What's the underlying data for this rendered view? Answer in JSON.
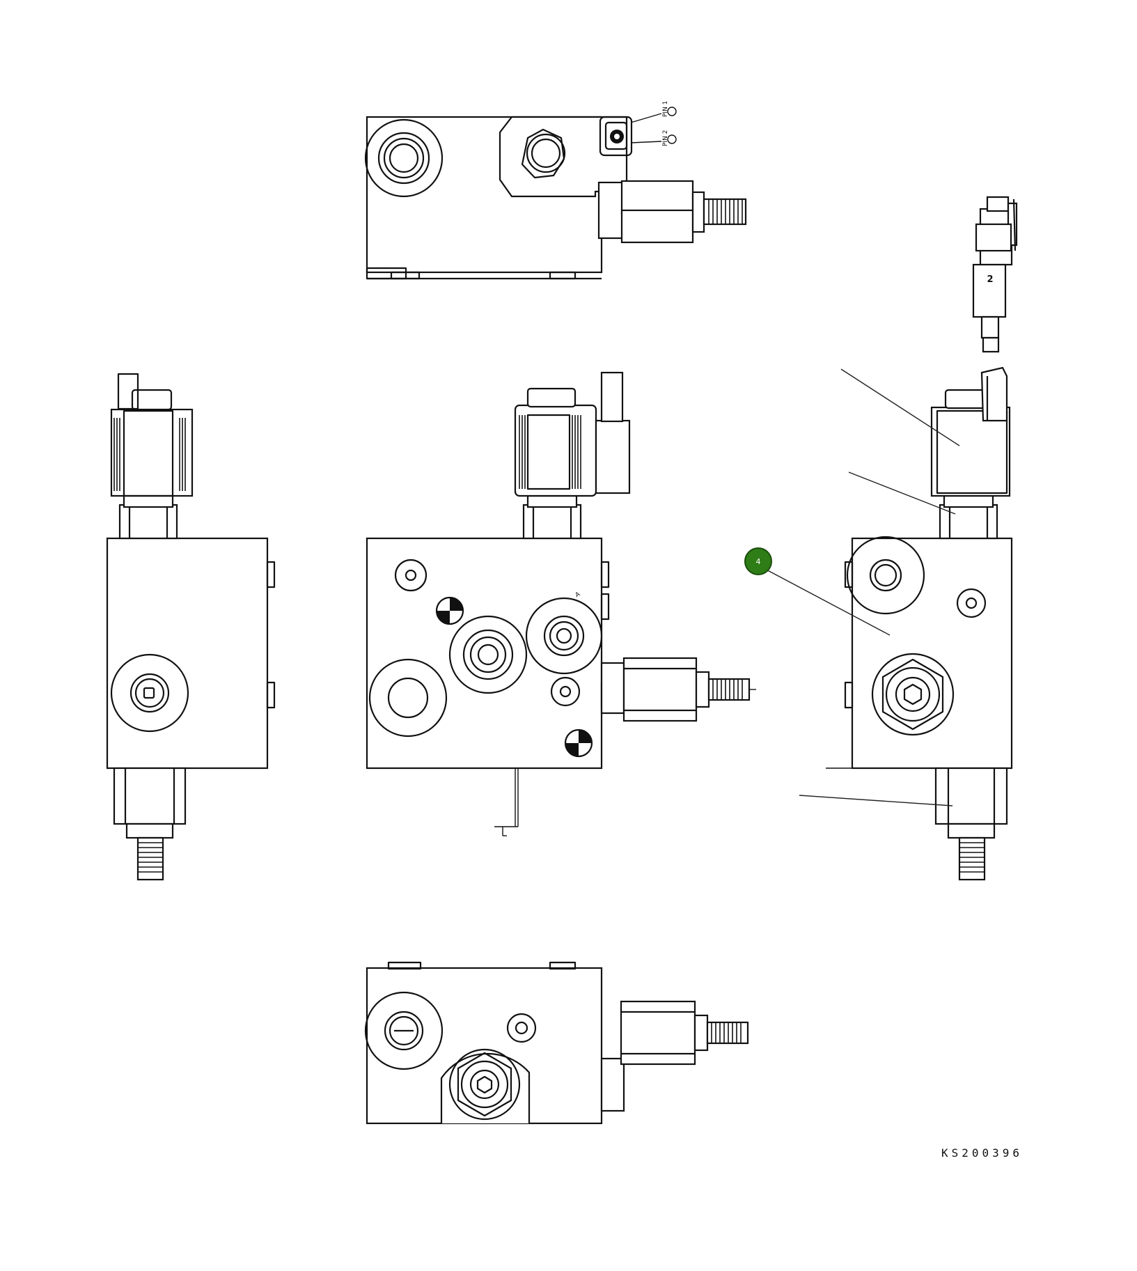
{
  "callouts": [
    {
      "label": "4",
      "color": "#2e7d16"
    }
  ],
  "connector_pin_label": "2",
  "pin_labels": [
    "PIN 1",
    "PIN 2"
  ],
  "drawing_id": "KS200396"
}
